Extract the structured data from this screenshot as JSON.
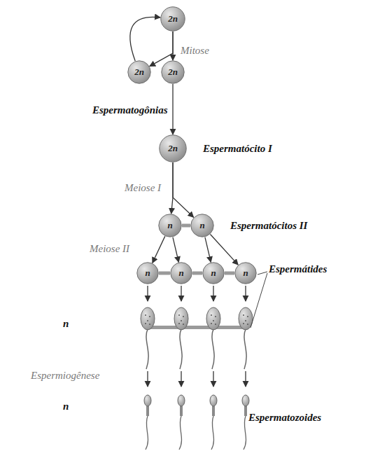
{
  "diagram": {
    "nodes": [
      {
        "text": [
          "2n"
        ]
      },
      {
        "text": [
          "2n"
        ]
      },
      {
        "text": [
          "2n"
        ]
      },
      {
        "text": [
          "2n"
        ]
      },
      {
        "text": [
          "n"
        ]
      },
      {
        "text": [
          "n"
        ]
      },
      {
        "text": [
          "n"
        ]
      },
      {
        "text": [
          "n"
        ]
      },
      {
        "text": [
          "n"
        ]
      },
      {
        "text": [
          "n"
        ]
      }
    ],
    "edges": [
      {
        "from": 0,
        "to": 1,
        "arrow": "to"
      },
      {
        "from": 0,
        "to": 2,
        "arrow": "to"
      },
      {
        "from": 1,
        "to": 0,
        "arrow": "to"
      },
      {
        "from": 2,
        "to": 3,
        "arrow": "to"
      },
      {
        "from": 3,
        "to": 4,
        "arrow": "to"
      },
      {
        "from": 3,
        "to": 5,
        "arrow": "to"
      },
      {
        "from": 4,
        "to": 5,
        "arrow": "none"
      },
      {
        "from": 4,
        "to": 6,
        "arrow": "to"
      },
      {
        "from": 4,
        "to": 7,
        "arrow": "to"
      },
      {
        "from": 5,
        "to": 8,
        "arrow": "to"
      },
      {
        "from": 5,
        "to": 9,
        "arrow": "to"
      },
      {
        "from": 6,
        "to": 7,
        "arrow": "none"
      },
      {
        "from": 7,
        "to": 8,
        "arrow": "none"
      },
      {
        "from": 8,
        "to": 9,
        "arrow": "none"
      }
    ],
    "labels": [
      "Mitose",
      "Espermatogônias",
      "Espermatócito I",
      "Meiose I",
      "Espermatócitos II",
      "Meiose II",
      "Espermátides",
      "n",
      "Espermiogênese",
      "n",
      "Espermatozoides"
    ]
  }
}
